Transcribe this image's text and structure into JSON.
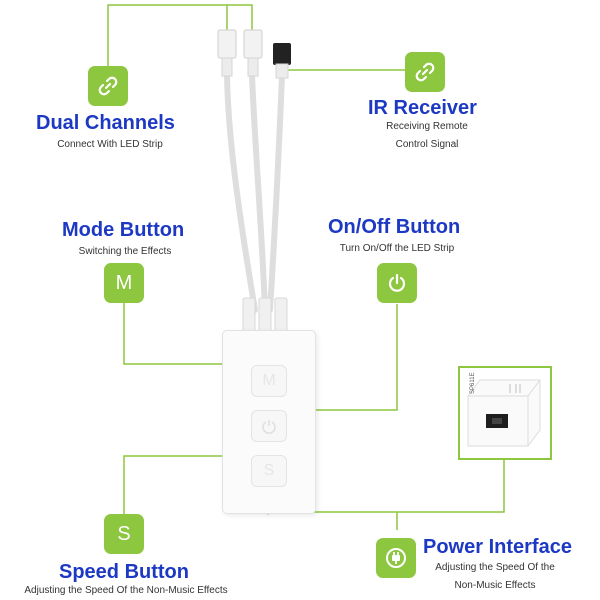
{
  "colors": {
    "accent": "#8dc63f",
    "title": "#1d39c4",
    "line": "#8dc63f"
  },
  "features": {
    "dual_channels": {
      "title": "Dual Channels",
      "desc": [
        "Connect With LED Strip"
      ],
      "icon": "link-icon"
    },
    "ir_receiver": {
      "title": "IR Receiver",
      "desc": [
        "Receiving Remote",
        "Control Signal"
      ],
      "icon": "link-icon"
    },
    "mode_button": {
      "title": "Mode Button",
      "desc": [
        "Switching the Effects"
      ],
      "icon": "M"
    },
    "onoff_button": {
      "title": "On/Off Button",
      "desc": [
        "Turn On/Off the LED Strip"
      ],
      "icon": "power-icon"
    },
    "speed_button": {
      "title": "Speed Button",
      "desc": [
        "Adjusting the Speed Of the Non-Music Effects"
      ],
      "icon": "S"
    },
    "power_interface": {
      "title": "Power Interface",
      "desc": [
        "Adjusting the Speed Of the",
        "Non-Music Effects"
      ],
      "icon": "plug-icon"
    }
  },
  "device": {
    "buttons": [
      "M",
      "power-icon",
      "S"
    ],
    "label": "SP611E"
  }
}
